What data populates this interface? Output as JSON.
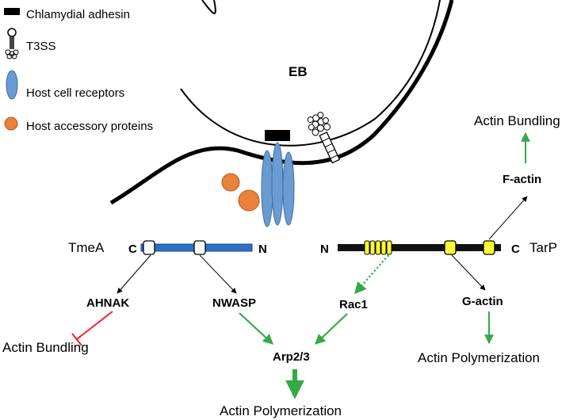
{
  "legend": {
    "adhesin": "Chlamydial adhesin",
    "t3ss": "T3SS",
    "receptors": "Host cell receptors",
    "accessory": "Host accessory proteins"
  },
  "eb_label": "EB",
  "tmea": {
    "name": "TmeA",
    "c_terminal": "C",
    "n_terminal": "N"
  },
  "tarp": {
    "name": "TarP",
    "c_terminal": "C",
    "n_terminal": "N"
  },
  "nodes": {
    "ahnak": "AHNAK",
    "nwasp": "NWASP",
    "rac1": "Rac1",
    "g_actin": "G-actin",
    "f_actin": "F-actin",
    "arp23": "Arp2/3"
  },
  "outcomes": {
    "actin_bundling_left": "Actin Bundling",
    "actin_bundling_top": "Actin Bundling",
    "actin_polymerization_bottom": "Actin Polymerization",
    "actin_polymerization_right": "Actin Polymerization"
  },
  "colors": {
    "receptor": "#6a9bd1",
    "accessory": "#e8823a",
    "tmea_bar": "#2e6fc2",
    "tarp_bar": "#111111",
    "tarp_domain": "#ffff33",
    "activation": "#33aa44",
    "inhibition": "#ee2222"
  }
}
